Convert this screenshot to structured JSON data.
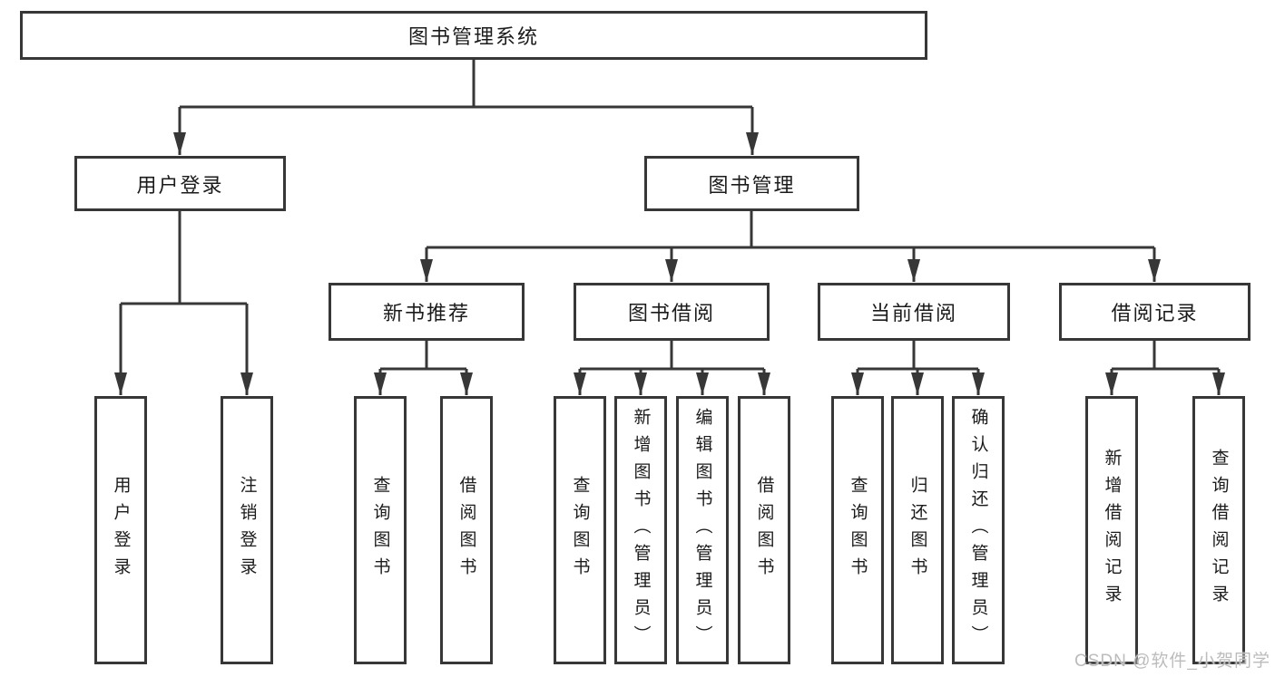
{
  "diagram": {
    "root": "图书管理系统",
    "user_login": {
      "label": "用户登录",
      "leaves": [
        "用户登录",
        "注销登录"
      ]
    },
    "book_mgmt": {
      "label": "图书管理",
      "groups": [
        {
          "label": "新书推荐",
          "leaves": [
            "查询图书",
            "借阅图书"
          ]
        },
        {
          "label": "图书借阅",
          "leaves": [
            "查询图书",
            "新增图书（管理员）",
            "编辑图书（管理员）",
            "借阅图书"
          ]
        },
        {
          "label": "当前借阅",
          "leaves": [
            "查询图书",
            "归还图书",
            "确认归还（管理员）"
          ]
        },
        {
          "label": "借阅记录",
          "leaves": [
            "新增借阅记录",
            "查询借阅记录"
          ]
        }
      ]
    }
  },
  "watermark": "CSDN @软件_小贺同学",
  "colors": {
    "line": "#373737",
    "box_border": "#373737",
    "text": "#1b1b1b",
    "watermark": "#bcbcbc",
    "background": "#ffffff"
  }
}
